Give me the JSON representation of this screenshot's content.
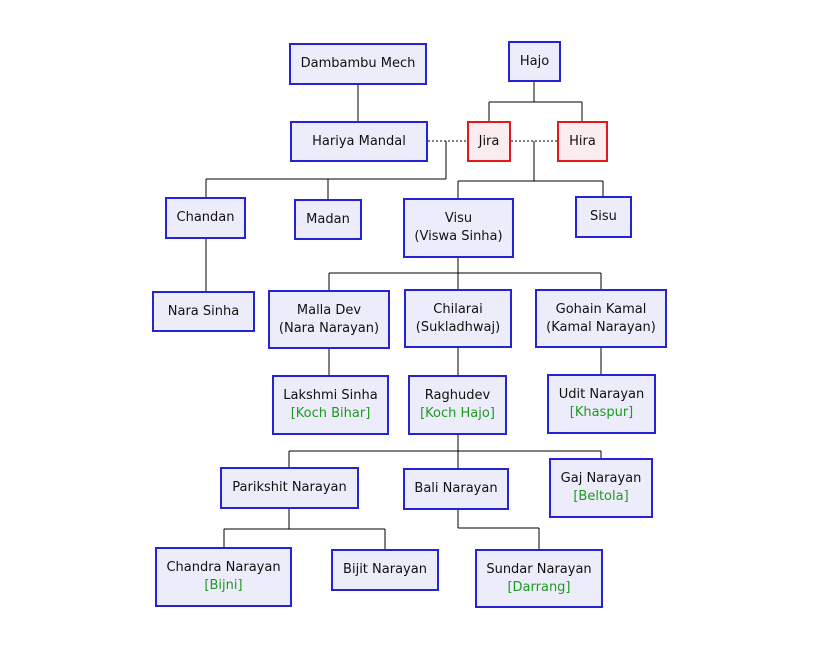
{
  "colors": {
    "box_fill": "#ececfb",
    "box_border": "#2424d6",
    "highlight_border": "#e01a1a",
    "highlight_fill": "#faecef",
    "place_text": "#1e9a1e",
    "connector": "#000000"
  },
  "people": {
    "dambambu_mech": {
      "name": "Dambambu Mech"
    },
    "hajo": {
      "name": "Hajo"
    },
    "hariya_mandal": {
      "name": "Hariya Mandal"
    },
    "jira": {
      "name": "Jira"
    },
    "hira": {
      "name": "Hira"
    },
    "chandan": {
      "name": "Chandan"
    },
    "madan": {
      "name": "Madan"
    },
    "visu": {
      "name": "Visu",
      "alias": "(Viswa Sinha)"
    },
    "sisu": {
      "name": "Sisu"
    },
    "nara_sinha": {
      "name": "Nara Sinha"
    },
    "malla_dev": {
      "name": "Malla Dev",
      "alias": "(Nara Narayan)"
    },
    "chilarai": {
      "name": "Chilarai",
      "alias": "(Sukladhwaj)"
    },
    "gohain_kamal": {
      "name": "Gohain Kamal",
      "alias": "(Kamal Narayan)"
    },
    "lakshmi_sinha": {
      "name": "Lakshmi Sinha",
      "place": "[Koch Bihar]"
    },
    "raghudev": {
      "name": "Raghudev",
      "place": "[Koch Hajo]"
    },
    "udit_narayan": {
      "name": "Udit Narayan",
      "place": "[Khaspur]"
    },
    "parikshit_narayan": {
      "name": "Parikshit Narayan"
    },
    "bali_narayan": {
      "name": "Bali Narayan"
    },
    "gaj_narayan": {
      "name": "Gaj Narayan",
      "place": "[Beltola]"
    },
    "chandra_narayan": {
      "name": "Chandra Narayan",
      "place": "[Bijni]"
    },
    "bijit_narayan": {
      "name": "Bijit Narayan"
    },
    "sundar_narayan": {
      "name": "Sundar Narayan",
      "place": "[Darrang]"
    }
  }
}
